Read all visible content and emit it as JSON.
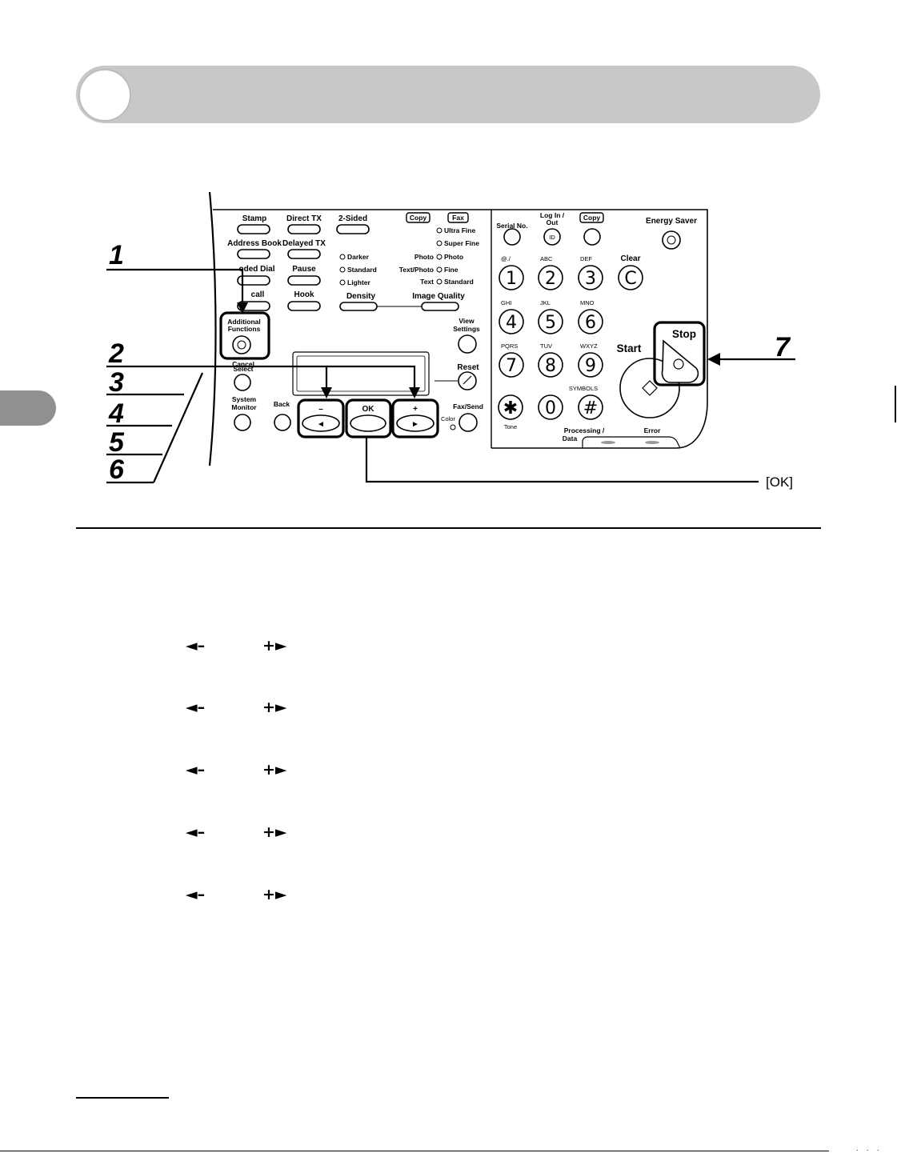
{
  "panel": {
    "left_keys": {
      "stamp": "Stamp",
      "direct_tx": "Direct TX",
      "two_sided": "2-Sided",
      "address_book": "Address Book",
      "delayed_tx": "Delayed TX",
      "coded_dial": "oded Dial",
      "pause": "Pause",
      "recall": "call",
      "hook": "Hook",
      "additional_functions_1": "Additional",
      "additional_functions_2": "Functions",
      "cancel": "Cancel",
      "select": "Select",
      "system_monitor_1": "System",
      "system_monitor_2": "Monitor",
      "back": "Back"
    },
    "mode_keys": {
      "copy": "Copy",
      "fax": "Fax"
    },
    "resolution": [
      "Ultra Fine",
      "Super Fine"
    ],
    "density": {
      "label": "Density",
      "options": [
        "Darker",
        "Standard",
        "Lighter"
      ]
    },
    "image_quality": {
      "label": "Image Quality",
      "copy_options": [
        "Photo",
        "Text/Photo",
        "Text"
      ],
      "fax_options": [
        "Photo",
        "Fine",
        "Standard"
      ]
    },
    "view_settings_1": "View",
    "view_settings_2": "Settings",
    "reset": "Reset",
    "nav": {
      "minus": "–",
      "ok": "OK",
      "plus": "+",
      "left": "◄",
      "right": "►"
    },
    "color": "Color",
    "fax_send": "Fax/Send",
    "serial_no": "Serial No.",
    "log_in_out_1": "Log In /",
    "log_in_out_2": "Out",
    "id": "ID",
    "copy_key": "Copy",
    "energy_saver": "Energy Saver",
    "clear": "Clear",
    "clear_key": "C",
    "keypad": [
      {
        "digit": "1",
        "letters": "@./"
      },
      {
        "digit": "2",
        "letters": "ABC"
      },
      {
        "digit": "3",
        "letters": "DEF"
      },
      {
        "digit": "4",
        "letters": "GHI"
      },
      {
        "digit": "5",
        "letters": "JKL"
      },
      {
        "digit": "6",
        "letters": "MNO"
      },
      {
        "digit": "7",
        "letters": "PQRS"
      },
      {
        "digit": "8",
        "letters": "TUV"
      },
      {
        "digit": "9",
        "letters": "WXYZ"
      },
      {
        "digit": "0",
        "letters": ""
      }
    ],
    "star": "✱",
    "tone": "Tone",
    "hash": "#",
    "symbols": "SYMBOLS",
    "start": "Start",
    "stop": "Stop",
    "processing_data_1": "Processing /",
    "processing_data_2": "Data",
    "error": "Error"
  },
  "steps": [
    "1",
    "2",
    "3",
    "4",
    "5",
    "6",
    "7"
  ],
  "ok_callout": "[OK]",
  "arrow_rows": [
    {
      "minus": "◄–",
      "plus": "+►"
    },
    {
      "minus": "◄–",
      "plus": "+►"
    },
    {
      "minus": "◄–",
      "plus": "+►"
    },
    {
      "minus": "◄–",
      "plus": "+►"
    },
    {
      "minus": "◄–",
      "plus": "+►"
    }
  ]
}
